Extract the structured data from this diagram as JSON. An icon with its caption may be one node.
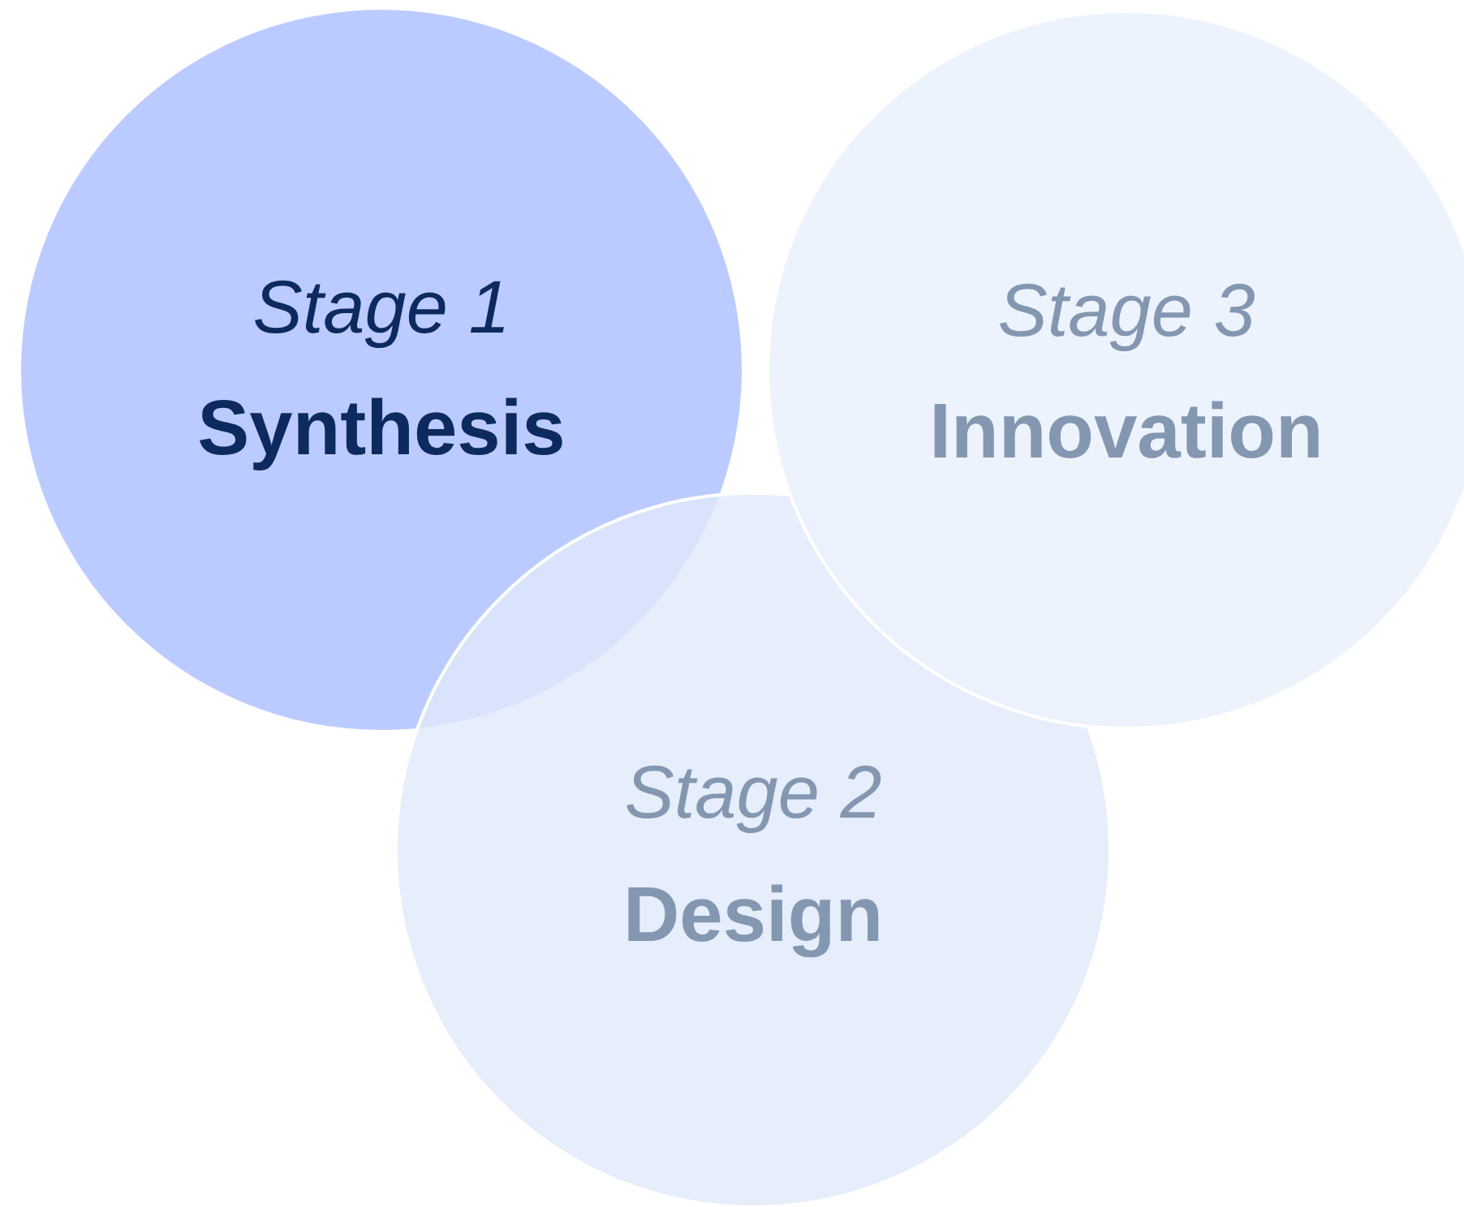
{
  "diagram": {
    "nodes": [
      {
        "text": [
          "Stage 1",
          "Synthesis"
        ]
      },
      {
        "text": [
          "Stage 3",
          "Innovation"
        ]
      },
      {
        "text": [
          "Stage 2",
          "Design"
        ]
      }
    ]
  }
}
